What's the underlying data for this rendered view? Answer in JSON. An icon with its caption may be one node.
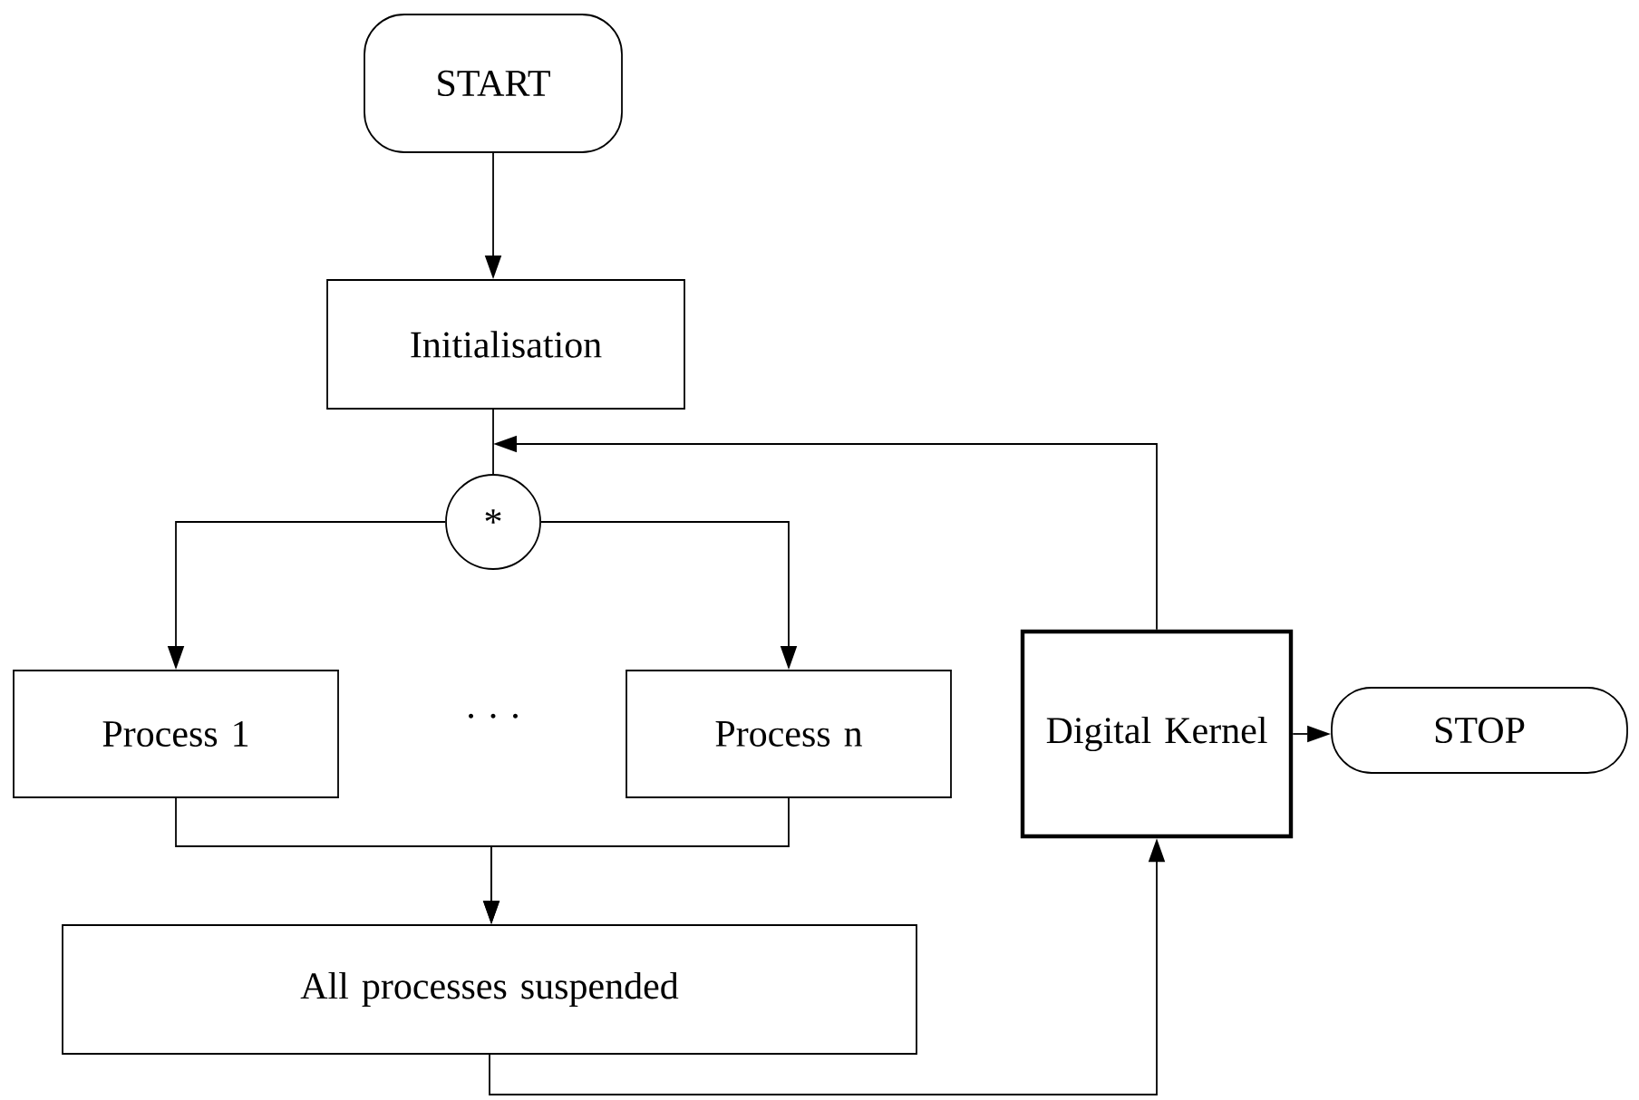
{
  "diagram": {
    "nodes": [
      {
        "text": [
          "START"
        ]
      },
      {
        "text": [
          "Initialisation"
        ]
      },
      {
        "text": [
          "*"
        ]
      },
      {
        "text": [
          "Process 1"
        ]
      },
      {
        "text": [
          "Process n"
        ]
      },
      {
        "text": [
          "All processes suspended"
        ]
      },
      {
        "text": [
          "Digital Kernel"
        ]
      },
      {
        "text": [
          "STOP"
        ]
      }
    ],
    "edges": [
      {
        "from": 0,
        "to": 1,
        "arrow": "to"
      },
      {
        "from": 1,
        "to": 2,
        "arrow": "none"
      },
      {
        "from": 2,
        "to": 3,
        "arrow": "to"
      },
      {
        "from": 2,
        "to": 4,
        "arrow": "to"
      },
      {
        "from": 3,
        "to": 5,
        "arrow": "to"
      },
      {
        "from": 4,
        "to": 5,
        "arrow": "to"
      },
      {
        "from": 5,
        "to": 6,
        "arrow": "to"
      },
      {
        "from": 6,
        "to": 2,
        "arrow": "to"
      },
      {
        "from": 6,
        "to": 7,
        "arrow": "to"
      }
    ],
    "labels": [
      "· · ·"
    ]
  }
}
